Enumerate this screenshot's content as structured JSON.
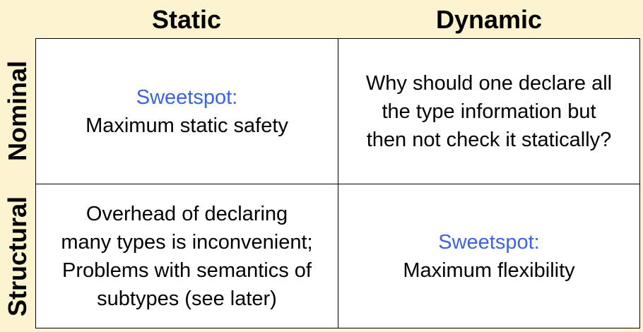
{
  "columns": {
    "static": "Static",
    "dynamic": "Dynamic"
  },
  "rows": {
    "nominal": "Nominal",
    "structural": "Structural"
  },
  "cells": {
    "nominal_static": {
      "highlight": "Sweetspot:",
      "lines": [
        "Maximum static safety"
      ]
    },
    "nominal_dynamic": {
      "lines": [
        "Why should one declare all",
        "the type information but",
        "then not check it statically?"
      ]
    },
    "structural_static": {
      "lines": [
        "Overhead of declaring",
        "many types is inconvenient;",
        "Problems with semantics of",
        "subtypes (see later)"
      ]
    },
    "structural_dynamic": {
      "highlight": "Sweetspot:",
      "lines": [
        "Maximum flexibility"
      ]
    }
  },
  "colors": {
    "background": "#fbf4cf",
    "accent": "#3b63e6",
    "cell_background": "#ffffff"
  }
}
